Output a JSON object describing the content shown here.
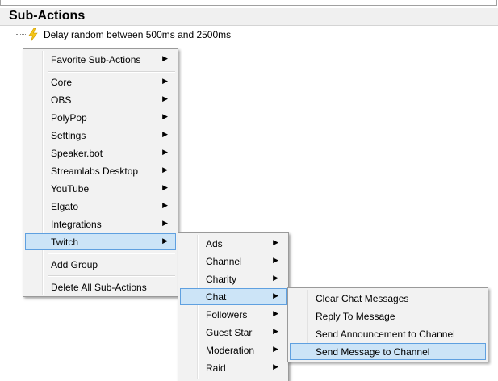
{
  "section": {
    "title": "Sub-Actions"
  },
  "tree": {
    "item_label": "Delay random between 500ms and 2500ms",
    "item_icon": "lightning-icon"
  },
  "main_menu": {
    "items": [
      {
        "label": "Favorite Sub-Actions",
        "submenu": true
      },
      {
        "label": "Core",
        "submenu": true
      },
      {
        "label": "OBS",
        "submenu": true
      },
      {
        "label": "PolyPop",
        "submenu": true
      },
      {
        "label": "Settings",
        "submenu": true
      },
      {
        "label": "Speaker.bot",
        "submenu": true
      },
      {
        "label": "Streamlabs Desktop",
        "submenu": true
      },
      {
        "label": "YouTube",
        "submenu": true
      },
      {
        "label": "Elgato",
        "submenu": true
      },
      {
        "label": "Integrations",
        "submenu": true
      },
      {
        "label": "Twitch",
        "submenu": true,
        "active": true
      },
      {
        "label": "Add Group",
        "submenu": false
      },
      {
        "label": "Delete All Sub-Actions",
        "submenu": false
      }
    ]
  },
  "twitch_menu": {
    "items": [
      {
        "label": "Ads",
        "submenu": true
      },
      {
        "label": "Channel",
        "submenu": true
      },
      {
        "label": "Charity",
        "submenu": true
      },
      {
        "label": "Chat",
        "submenu": true,
        "active": true
      },
      {
        "label": "Followers",
        "submenu": true
      },
      {
        "label": "Guest Star",
        "submenu": true
      },
      {
        "label": "Moderation",
        "submenu": true
      },
      {
        "label": "Raid",
        "submenu": true
      }
    ]
  },
  "chat_menu": {
    "items": [
      {
        "label": "Clear Chat Messages"
      },
      {
        "label": "Reply To Message"
      },
      {
        "label": "Send Announcement to Channel"
      },
      {
        "label": "Send Message to Channel",
        "active": true
      }
    ]
  },
  "arrow_glyph": "▶",
  "colors": {
    "highlight_bg": "#cce4f7",
    "highlight_border": "#5fa0e0",
    "menu_bg": "#f2f2f2",
    "bolt": "#f5c518"
  }
}
